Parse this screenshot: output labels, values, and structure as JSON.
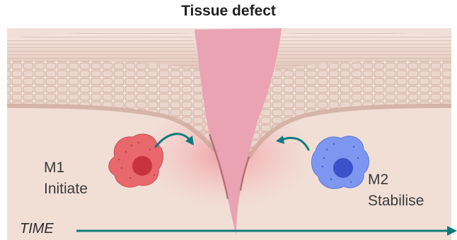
{
  "title": "Tissue defect",
  "cells": [
    {
      "name": "M1",
      "role": "Initiate",
      "color": "#e8686c",
      "nucleus_color": "#c8323c"
    },
    {
      "name": "M2",
      "role": "Stabilise",
      "color": "#7d96f0",
      "nucleus_color": "#3a52c8"
    }
  ],
  "time_axis": {
    "label": "TIME",
    "color": "#0f7b7b"
  },
  "colors": {
    "tissue_background": "#f1dfd6",
    "skin_layer": "#e3c8bd",
    "wound": "#eaa3b3",
    "inflammation_glow": "#f08a96",
    "arrow": "#0f7b7b"
  }
}
